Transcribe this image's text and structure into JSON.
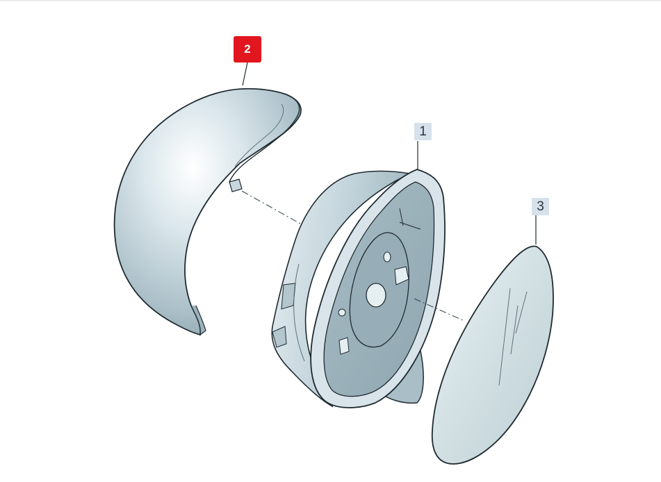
{
  "callouts": [
    {
      "id": "1",
      "label": "1",
      "state": "normal"
    },
    {
      "id": "2",
      "label": "2",
      "state": "selected"
    },
    {
      "id": "3",
      "label": "3",
      "state": "normal"
    }
  ],
  "parts": [
    {
      "number": "1",
      "name": "mirror-housing"
    },
    {
      "number": "2",
      "name": "mirror-cover-cap"
    },
    {
      "number": "3",
      "name": "mirror-glass"
    }
  ],
  "colors": {
    "part_fill": "#c7d7dd",
    "part_shadow": "#8fa6b0",
    "part_highlight": "#ffffff",
    "outline": "#1e2a30",
    "leader": "#3d4a52",
    "selected_callout": "#e2161f",
    "normal_callout": "#d6e1ec"
  }
}
